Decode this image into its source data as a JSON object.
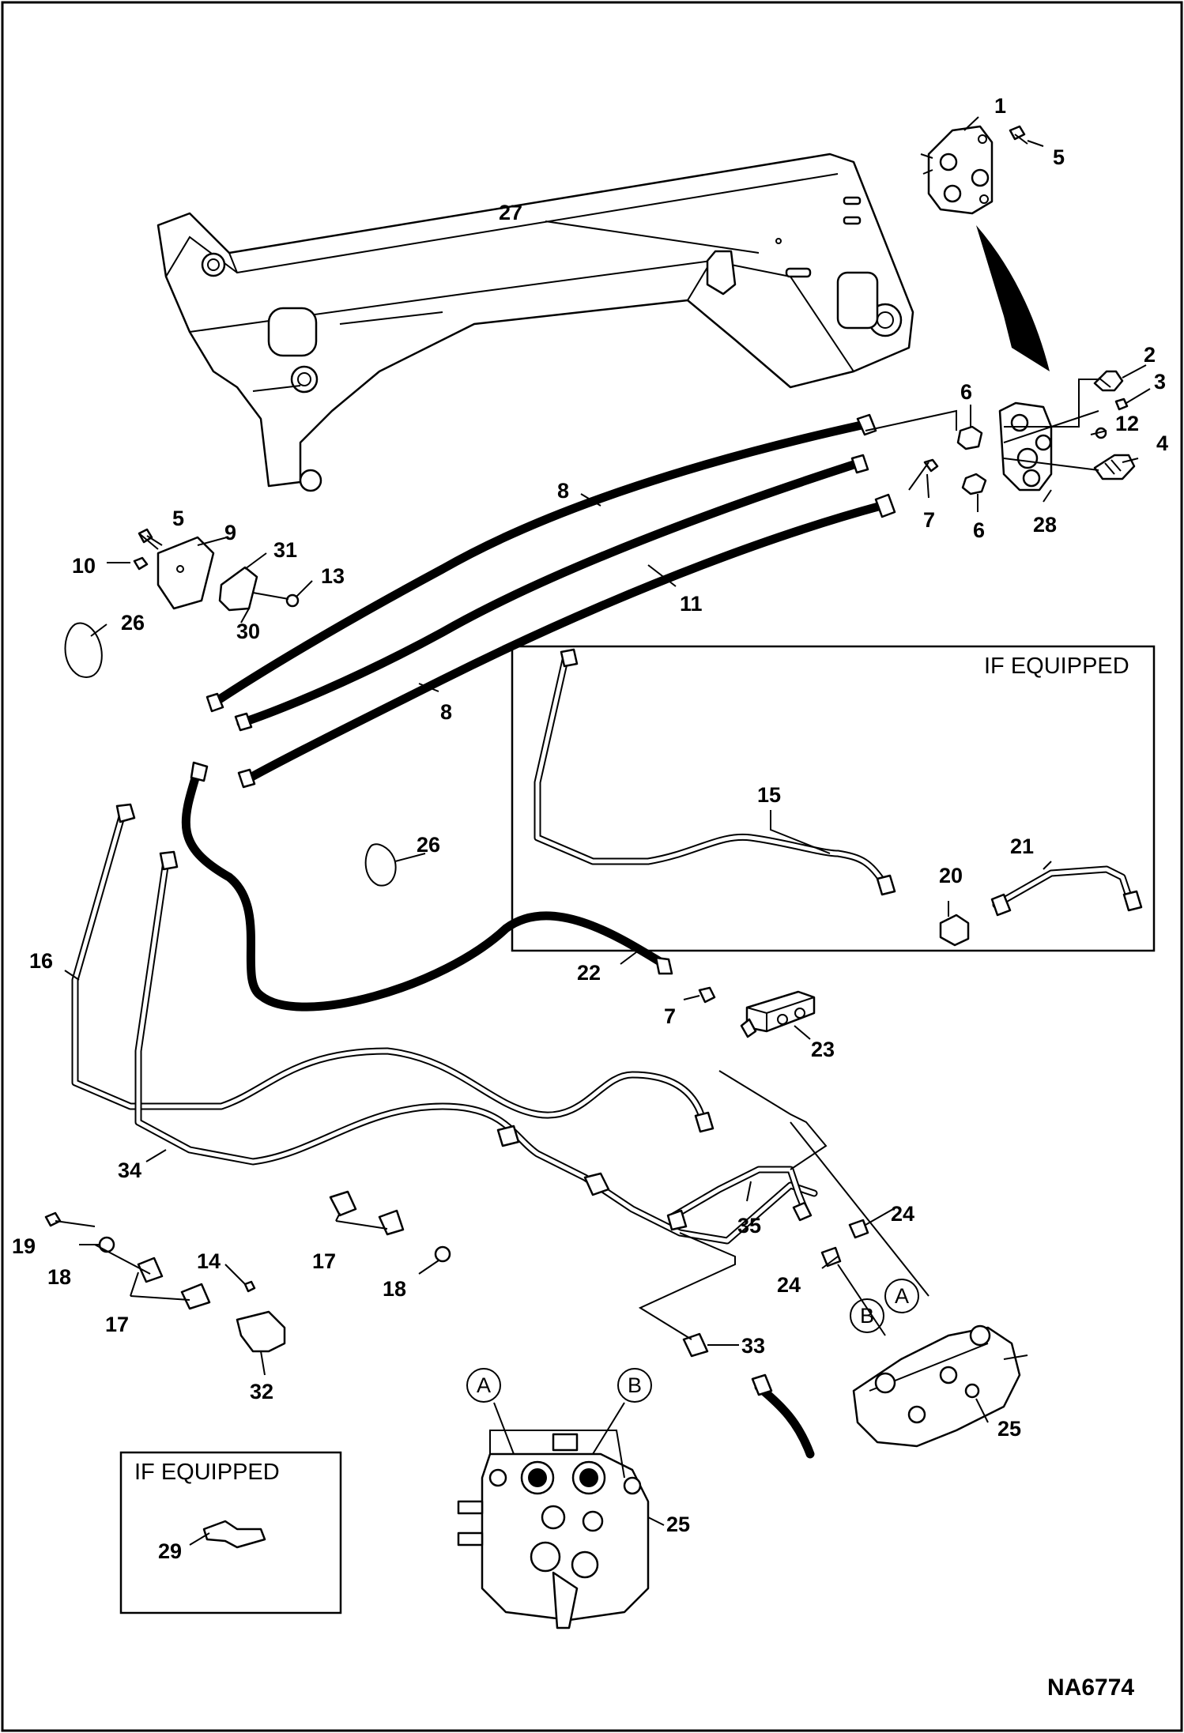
{
  "diagram": {
    "drawing_number": "NA6774",
    "optional_boxes": [
      {
        "id": "optional-box-tubes",
        "title": "IF EQUIPPED"
      },
      {
        "id": "optional-box-bracket",
        "title": "IF EQUIPPED"
      }
    ],
    "port_markers": [
      "A",
      "B",
      "B",
      "A"
    ],
    "callouts": [
      "1",
      "5",
      "27",
      "2",
      "3",
      "6",
      "12",
      "4",
      "7",
      "6",
      "28",
      "8",
      "11",
      "8",
      "5",
      "9",
      "10",
      "31",
      "13",
      "30",
      "26",
      "15",
      "21",
      "20",
      "26",
      "16",
      "22",
      "7",
      "23",
      "34",
      "24",
      "35",
      "24",
      "19",
      "18",
      "14",
      "17",
      "18",
      "17",
      "32",
      "33",
      "25",
      "25",
      "29"
    ]
  }
}
